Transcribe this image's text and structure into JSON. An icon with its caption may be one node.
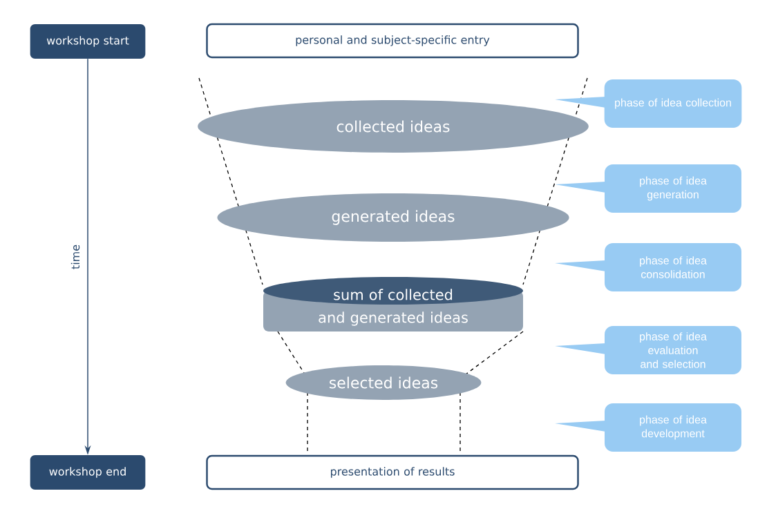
{
  "diagram": {
    "nodes": [
      {
        "text": [
          "workshop start"
        ]
      },
      {
        "text": [
          "personal and subject-specific entry"
        ]
      },
      {
        "text": [
          "phase of idea collection"
        ]
      },
      {
        "text": [
          "collected ideas"
        ]
      },
      {
        "text": [
          "phase of idea generation"
        ]
      },
      {
        "text": [
          "generated ideas"
        ]
      },
      {
        "text": [
          "phase of idea consolidation"
        ]
      },
      {
        "text": [
          "sum of collected and generated ideas"
        ]
      },
      {
        "text": [
          "phase of idea evaluation and selection"
        ]
      },
      {
        "text": [
          "selected ideas"
        ]
      },
      {
        "text": [
          "phase of idea development"
        ]
      },
      {
        "text": [
          "workshop end"
        ]
      },
      {
        "text": [
          "presentation of results"
        ]
      }
    ],
    "edges": [
      {
        "from": 0,
        "to": 11,
        "arrow": "to",
        "label": "time"
      }
    ]
  }
}
